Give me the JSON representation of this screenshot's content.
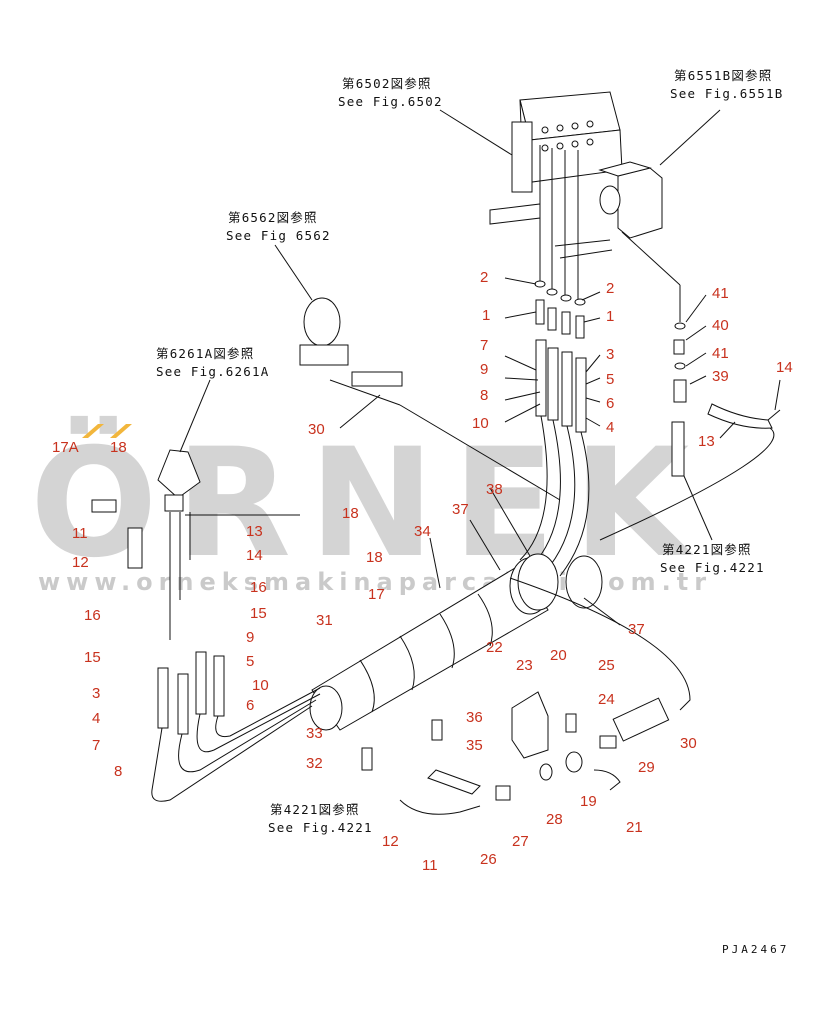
{
  "watermark": {
    "brand": "ÖRNEK",
    "url": "www.orneksmakinaparcalari.com.tr",
    "accent": "#f2b63c"
  },
  "references": {
    "fig6502": {
      "jp": "第6502図参照",
      "en": "See Fig.6502"
    },
    "fig6551B": {
      "jp": "第6551B図参照",
      "en": "See Fig.6551B"
    },
    "fig6562": {
      "jp": "第6562図参照",
      "en": "See Fig 6562"
    },
    "fig6261A": {
      "jp": "第6261A図参照",
      "en": "See Fig.6261A"
    },
    "fig4221_right": {
      "jp": "第4221図参照",
      "en": "See Fig.4221"
    },
    "fig4221_bottom": {
      "jp": "第4221図参照",
      "en": "See Fig.4221"
    }
  },
  "part_labels": {
    "l2a": "2",
    "l2b": "2",
    "l1a": "1",
    "l1b": "1",
    "l7a": "7",
    "l3a": "3",
    "l9a": "9",
    "l5a": "5",
    "l8a": "8",
    "l6a": "6",
    "l10a": "10",
    "l4a": "4",
    "l41a": "41",
    "l40": "40",
    "l41b": "41",
    "l39": "39",
    "l14a": "14",
    "l13a": "13",
    "l30a": "30",
    "l17A": "17A",
    "l18a": "18",
    "l11a": "11",
    "l12a": "12",
    "l13b": "13",
    "l18b": "18",
    "l14b": "14",
    "l18c": "18",
    "l17": "17",
    "l16a": "16",
    "l16b": "16",
    "l15a": "15",
    "l31": "31",
    "l9b": "9",
    "l15b": "15",
    "l5b": "5",
    "l10b": "10",
    "l3b": "3",
    "l6b": "6",
    "l4b": "4",
    "l7b": "7",
    "l8b": "8",
    "l37a": "37",
    "l34": "34",
    "l38": "38",
    "l37b": "37",
    "l22": "22",
    "l23": "23",
    "l20": "20",
    "l25": "25",
    "l24": "24",
    "l36": "36",
    "l33": "33",
    "l35": "35",
    "l32": "32",
    "l30b": "30",
    "l29": "29",
    "l28": "28",
    "l19": "19",
    "l21": "21",
    "l27": "27",
    "l26": "26",
    "l12b": "12",
    "l11b": "11"
  },
  "drawing_code": "PJA2467"
}
